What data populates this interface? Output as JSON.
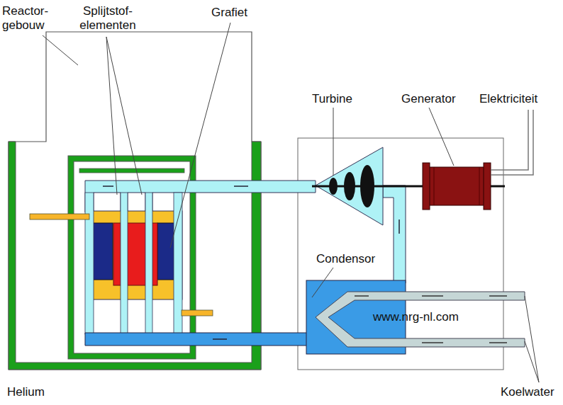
{
  "diagram": {
    "labels": [
      "Reactor- gebouw",
      "Splijtstof- elementen",
      "Grafiet",
      "Turbine",
      "Generator",
      "Elektriciteit",
      "Condensor",
      "www.nrg-nl.com",
      "Helium",
      "Koelwater"
    ]
  }
}
